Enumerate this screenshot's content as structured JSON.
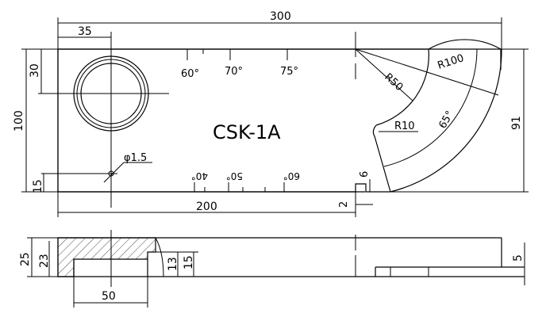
{
  "title": "CSK-1A",
  "dimensions": {
    "length": "300",
    "hole_offset": "35",
    "hole_from_top": "30",
    "height": "100",
    "small_hole_height": "15",
    "small_hole_dia": "φ1.5",
    "base_length": "200",
    "slot_width": "2",
    "slot_depth": "6",
    "right_height": "91",
    "r10": "R10",
    "r50": "R50",
    "r100": "R100",
    "total_thickness": "25",
    "inner_thickness": "23",
    "recess_depth_13": "13",
    "recess_depth_15": "15",
    "recess_width": "50",
    "step_height": "5"
  },
  "angle_marks": {
    "top": [
      "60°",
      "70°",
      "75°"
    ],
    "bottom": [
      "40°",
      "50°",
      "60°"
    ],
    "arc": "65°"
  }
}
